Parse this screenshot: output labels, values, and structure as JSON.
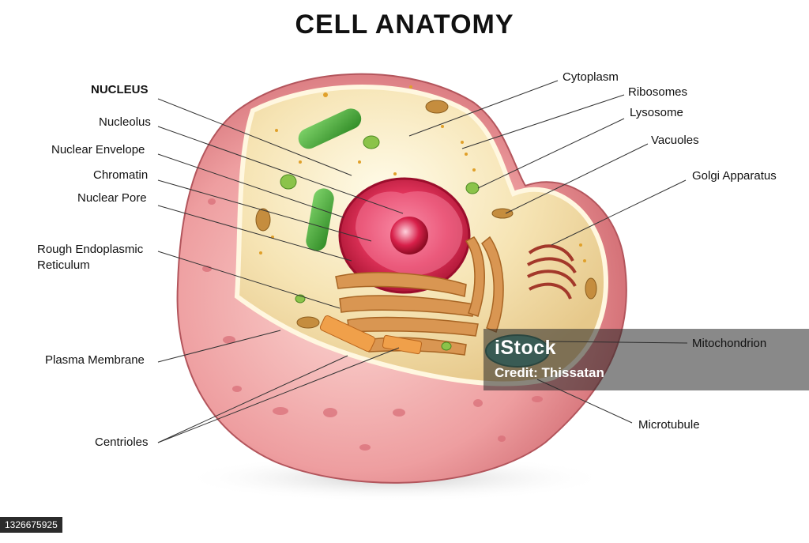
{
  "title": "CELL ANATOMY",
  "labels": {
    "nucleus": "NUCLEUS",
    "nucleolus": "Nucleolus",
    "nuclear_envelope": "Nuclear Envelope",
    "chromatin": "Chromatin",
    "nuclear_pore": "Nuclear Pore",
    "rough_er_line1": "Rough Endoplasmic",
    "rough_er_line2": "Reticulum",
    "plasma_membrane": "Plasma Membrane",
    "centrioles": "Centrioles",
    "cytoplasm": "Cytoplasm",
    "ribosomes": "Ribosomes",
    "lysosome": "Lysosome",
    "vacuoles": "Vacuoles",
    "golgi": "Golgi Apparatus",
    "mitochondrion": "Mitochondrion",
    "microtubule": "Microtubule"
  },
  "watermark": {
    "brand": "iStock",
    "credit": "Credit: Thissatan",
    "image_id": "1326675925"
  },
  "colors": {
    "membrane": "#e98e92",
    "cytoplasm": "#f6e2b0",
    "nucleus": "#d0193f",
    "er": "#d6954d",
    "organelle_green": "#3fa535"
  }
}
